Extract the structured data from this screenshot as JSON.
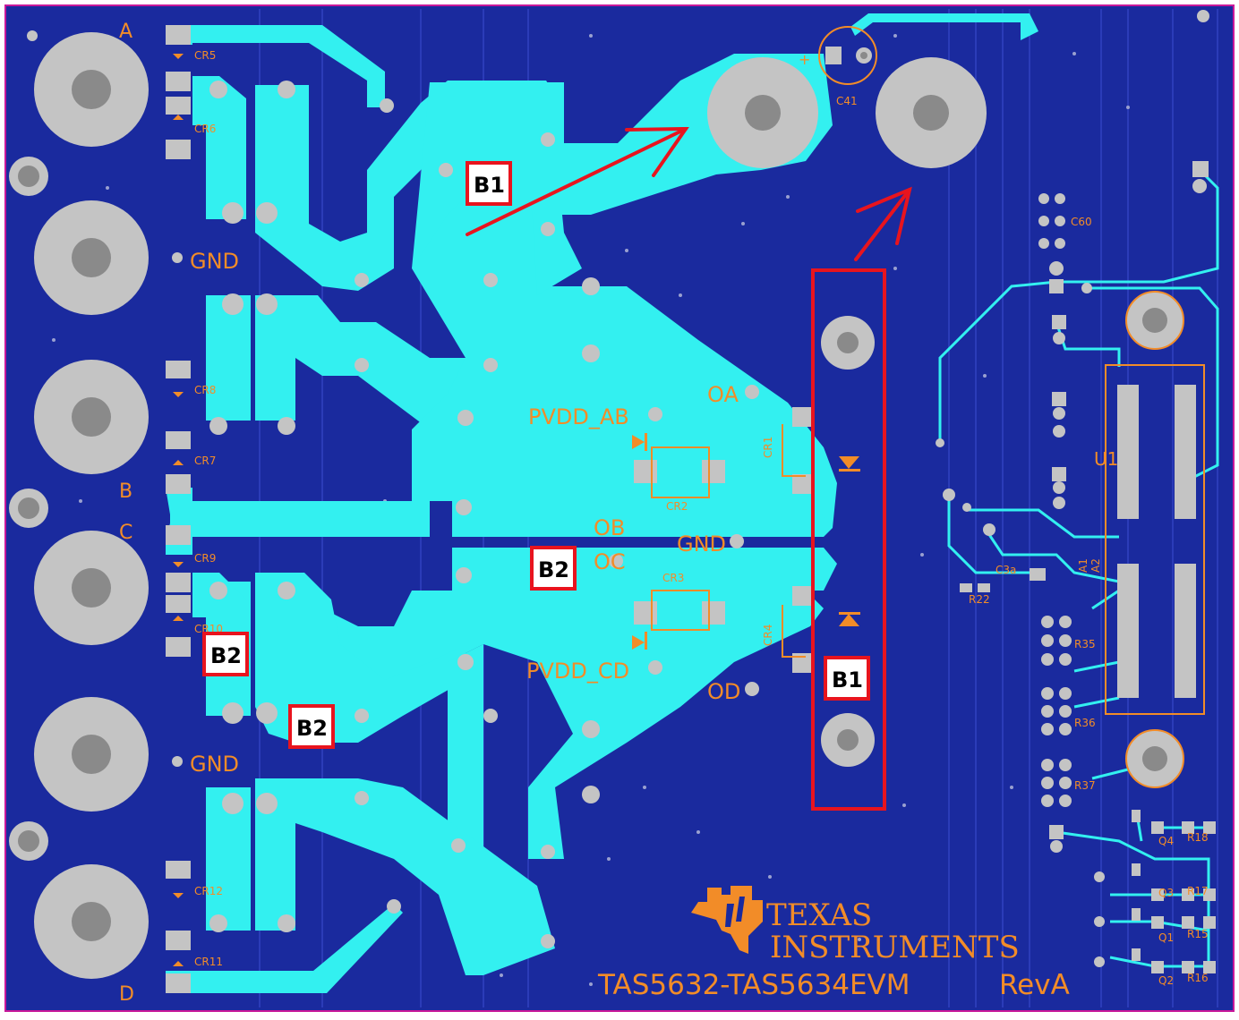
{
  "board": {
    "title": "TAS5632-TAS5634EVM",
    "revision": "RevA",
    "logo_line1": "TEXAS",
    "logo_line2": "INSTRUMENTS"
  },
  "output_labels": {
    "a": "A",
    "b": "B",
    "c": "C",
    "d": "D"
  },
  "net_labels": {
    "gnd_top": "GND",
    "gnd_bottom": "GND",
    "gnd_mid": "GND",
    "pvdd_ab": "PVDD_AB",
    "pvdd_cd": "PVDD_CD",
    "oa": "OA",
    "ob": "OB",
    "oc": "OC",
    "od": "OD"
  },
  "refdes": {
    "cr5": "CR5",
    "cr6": "CR6",
    "cr8": "CR8",
    "cr7": "CR7",
    "cr9": "CR9",
    "cr10": "CR10",
    "cr12": "CR12",
    "cr11": "CR11",
    "cr1": "CR1",
    "cr2": "CR2",
    "cr3": "CR3",
    "cr4": "CR4",
    "c41": "C41",
    "c60": "C60",
    "u1": "U1",
    "r22": "R22",
    "r35": "R35",
    "r36": "R36",
    "r37": "R37",
    "r18": "R18",
    "r17": "R17",
    "r15": "R15",
    "r16": "R16",
    "q4": "Q4",
    "q3": "Q3",
    "q1": "Q1",
    "q2": "Q2",
    "a1": "A1",
    "a2": "A2",
    "c3a": "C3a",
    "plus": "+"
  },
  "callouts": {
    "b1_top": "B1",
    "b1_right": "B1",
    "b2_center": "B2",
    "b2_left": "B2",
    "b2_lower": "B2"
  },
  "colors": {
    "board": "#1a2a9e",
    "copper": "#33f0f0",
    "pad": "#c4c4c4",
    "hole": "#8a8a8a",
    "silkscreen": "#f28c28",
    "annotation": "#e8141e"
  }
}
